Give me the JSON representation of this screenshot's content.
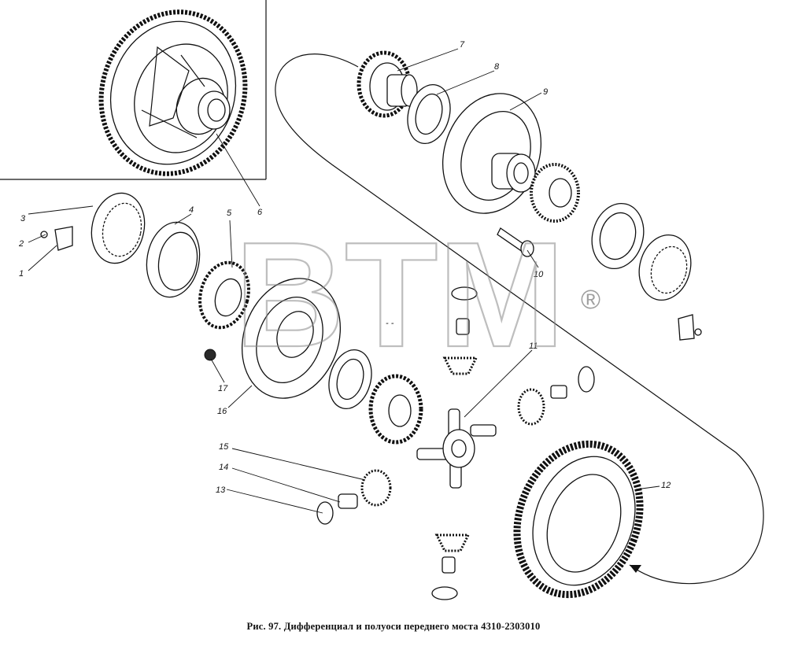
{
  "caption": "Рис. 97. Дифференциал и полуоси переднего моста 4310-2303010",
  "watermark": {
    "text": "BTM",
    "mark": "®"
  },
  "callouts": {
    "c1": "1",
    "c2": "2",
    "c3": "3",
    "c4": "4",
    "c5": "5",
    "c6": "6",
    "c7": "7",
    "c8": "8",
    "c9": "9",
    "c10": "10",
    "c11": "11",
    "c12": "12",
    "c13": "13",
    "c14": "14",
    "c15": "15",
    "c16": "16",
    "c17": "17"
  },
  "stray_mark": "- -"
}
